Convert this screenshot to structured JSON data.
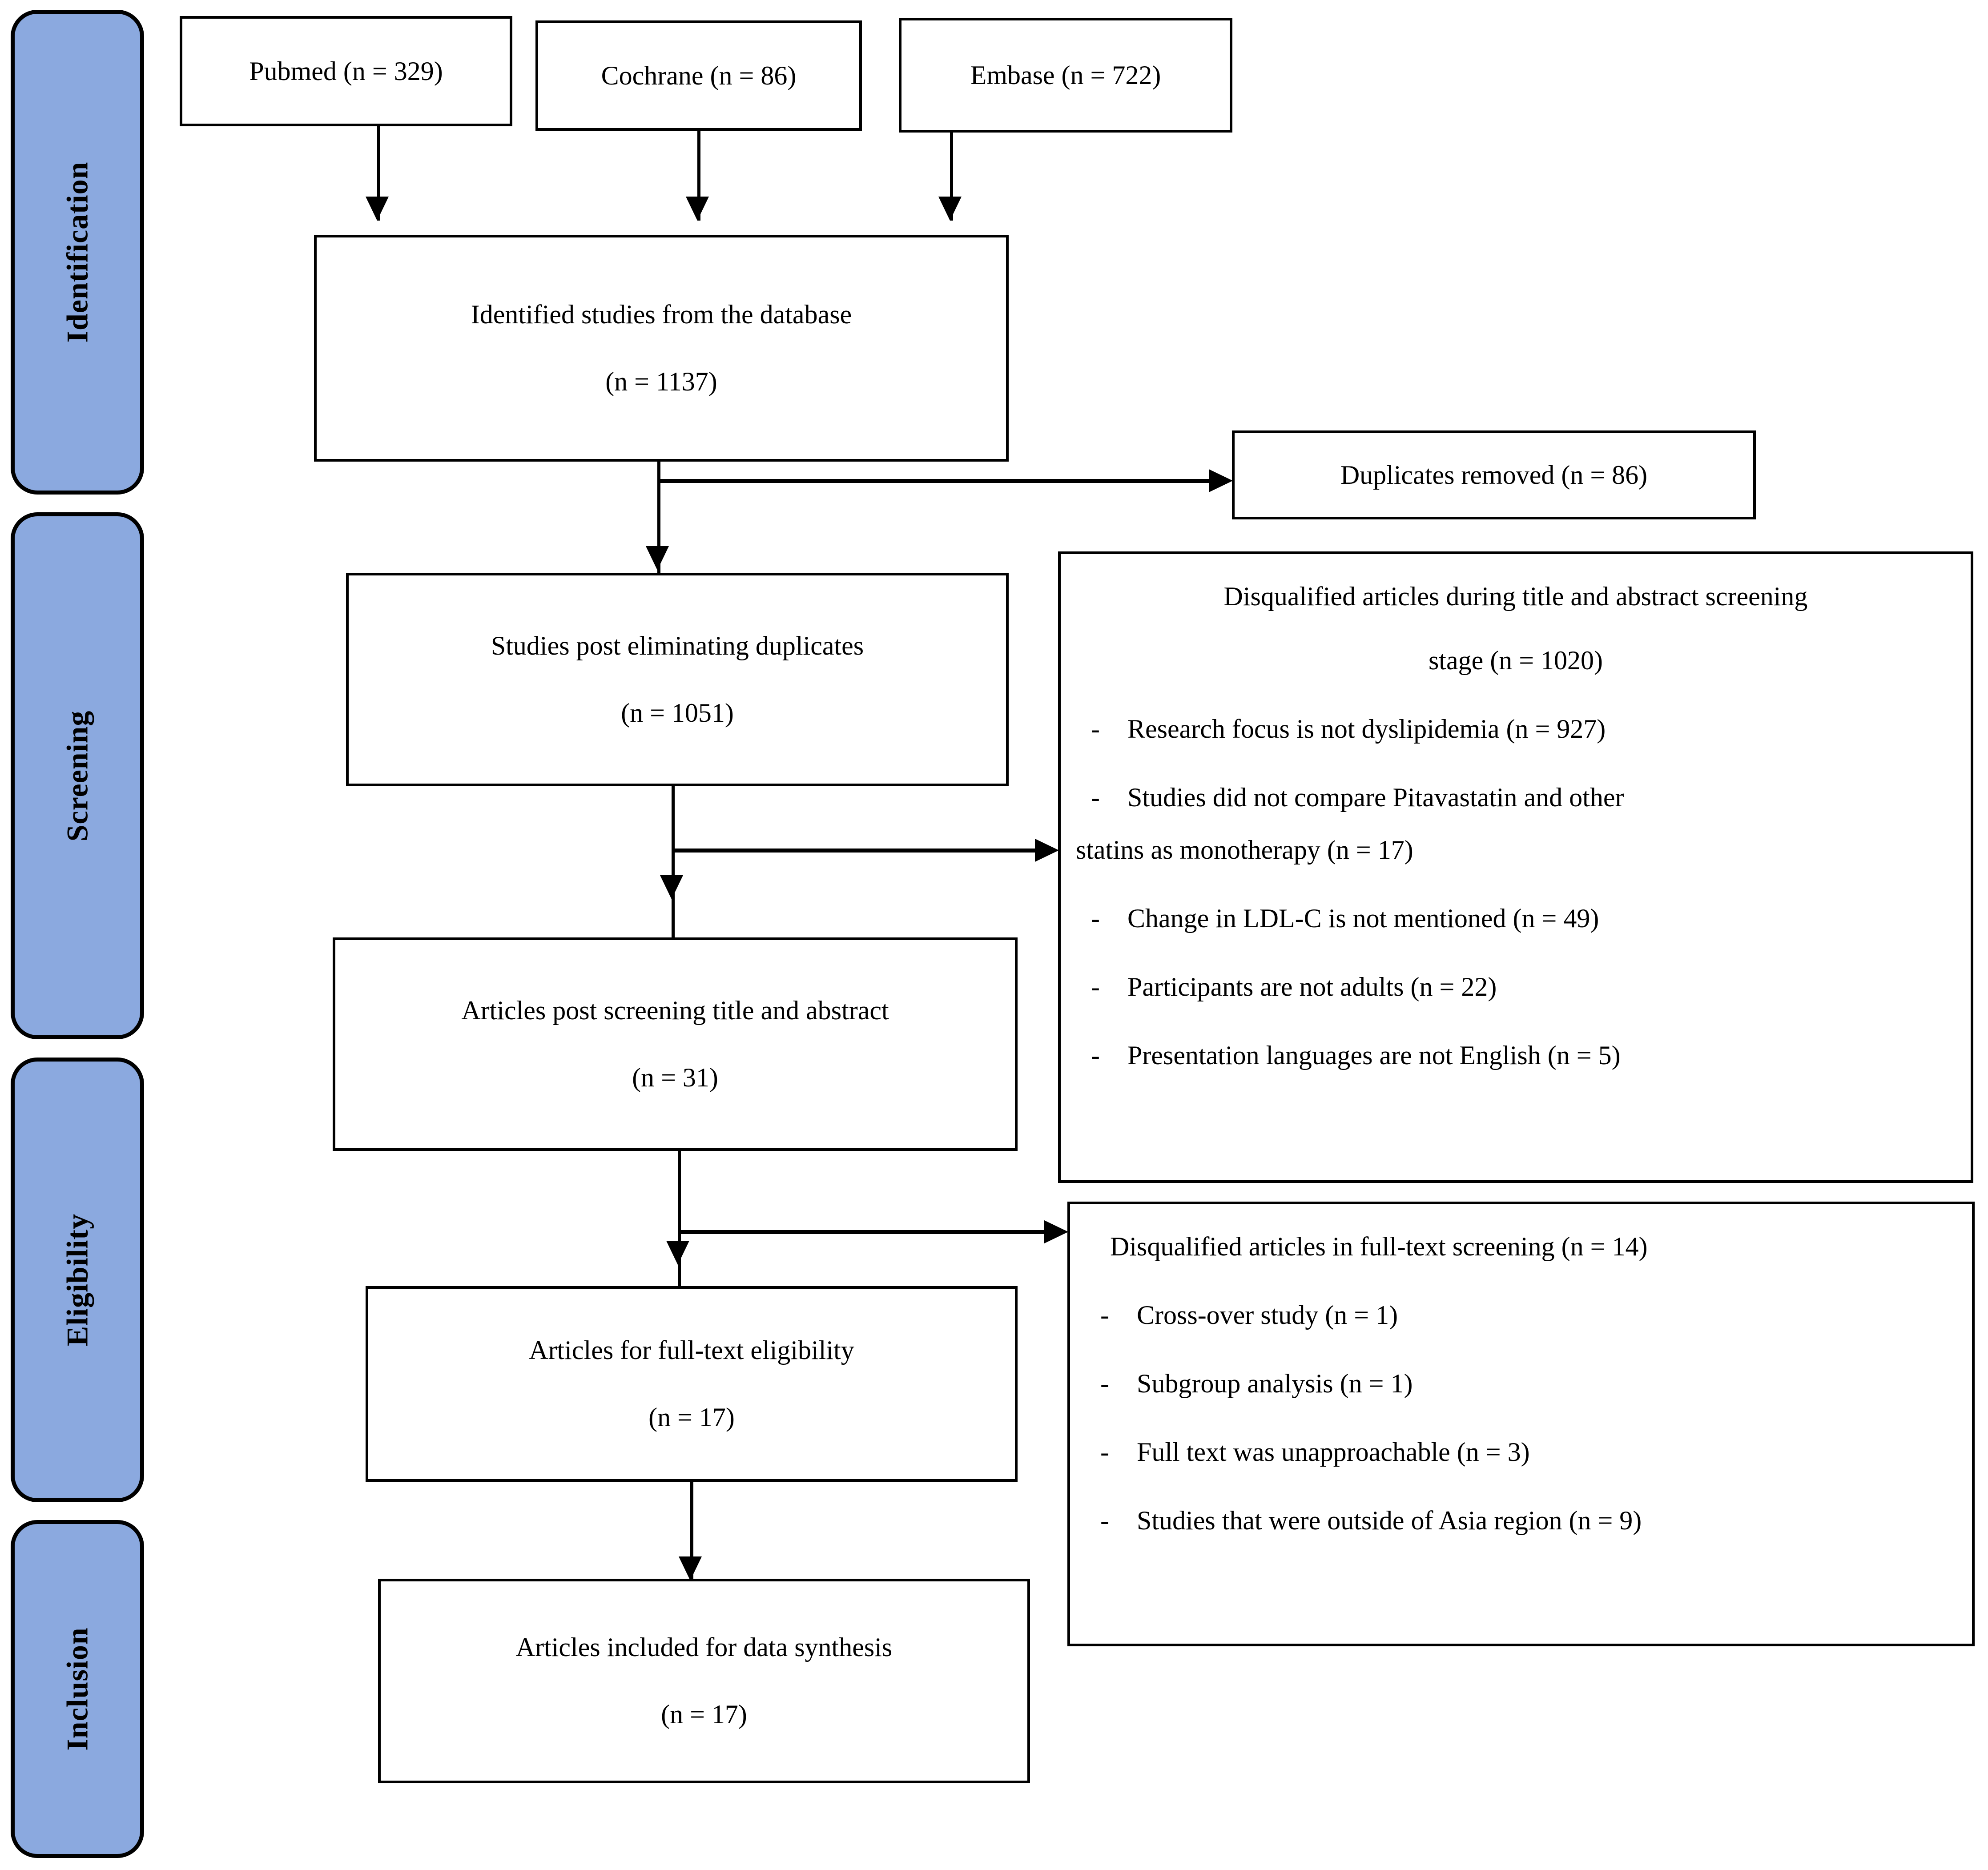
{
  "diagram": {
    "type": "prisma-flow-diagram",
    "stages": [
      {
        "id": "identification",
        "label": "Identification"
      },
      {
        "id": "screening",
        "label": "Screening"
      },
      {
        "id": "eligibility",
        "label": "Eligibility"
      },
      {
        "id": "inclusion",
        "label": "Inclusion"
      }
    ],
    "sources": [
      {
        "id": "pubmed",
        "label": "Pubmed (n = 329)"
      },
      {
        "id": "cochrane",
        "label": "Cochrane (n = 86)"
      },
      {
        "id": "embase",
        "label": "Embase (n = 722)"
      }
    ],
    "flow": [
      {
        "id": "identified",
        "line1": "Identified studies from the database",
        "line2": "(n = 1137)"
      },
      {
        "id": "post-duplicates",
        "line1": "Studies post eliminating duplicates",
        "line2": "(n = 1051)"
      },
      {
        "id": "post-title-abstract",
        "line1": "Articles post screening title and abstract",
        "line2": "(n = 31)"
      },
      {
        "id": "full-text-eligibility",
        "line1": "Articles for full-text eligibility",
        "line2": "(n = 17)"
      },
      {
        "id": "included-synthesis",
        "line1": "Articles included for data synthesis",
        "line2": "(n = 17)"
      }
    ],
    "exclusions": {
      "duplicates": {
        "id": "duplicates-removed",
        "label": "Duplicates removed (n = 86)"
      },
      "title_abstract": {
        "id": "excluded-title-abstract",
        "title_line1": "Disqualified articles during title and abstract screening",
        "title_line2": "stage (n = 1020)",
        "bullet_marker": "-",
        "reasons": [
          {
            "text": "Research focus is not dyslipidemia (n = 927)",
            "wrap": ""
          },
          {
            "text": "Studies did not compare Pitavastatin and other",
            "wrap": "statins as monotherapy (n = 17)"
          },
          {
            "text": "Change in LDL-C is not mentioned (n = 49)",
            "wrap": ""
          },
          {
            "text": "Participants are not adults (n = 22)",
            "wrap": ""
          },
          {
            "text": "Presentation languages are not English (n = 5)",
            "wrap": ""
          }
        ]
      },
      "full_text": {
        "id": "excluded-full-text",
        "title_line1": "Disqualified articles in full-text screening (n = 14)",
        "title_line2": "",
        "bullet_marker": "-",
        "reasons": [
          {
            "text": "Cross-over study (n = 1)",
            "wrap": ""
          },
          {
            "text": "Subgroup analysis (n = 1)",
            "wrap": ""
          },
          {
            "text": "Full text was unapproachable (n = 3)",
            "wrap": ""
          },
          {
            "text": "Studies that were outside of Asia region (n = 9)",
            "wrap": ""
          }
        ]
      }
    },
    "colors": {
      "stage_fill": "#8BA9DF",
      "stroke": "#000000",
      "box_fill": "#ffffff",
      "page_background": "#ffffff"
    }
  }
}
